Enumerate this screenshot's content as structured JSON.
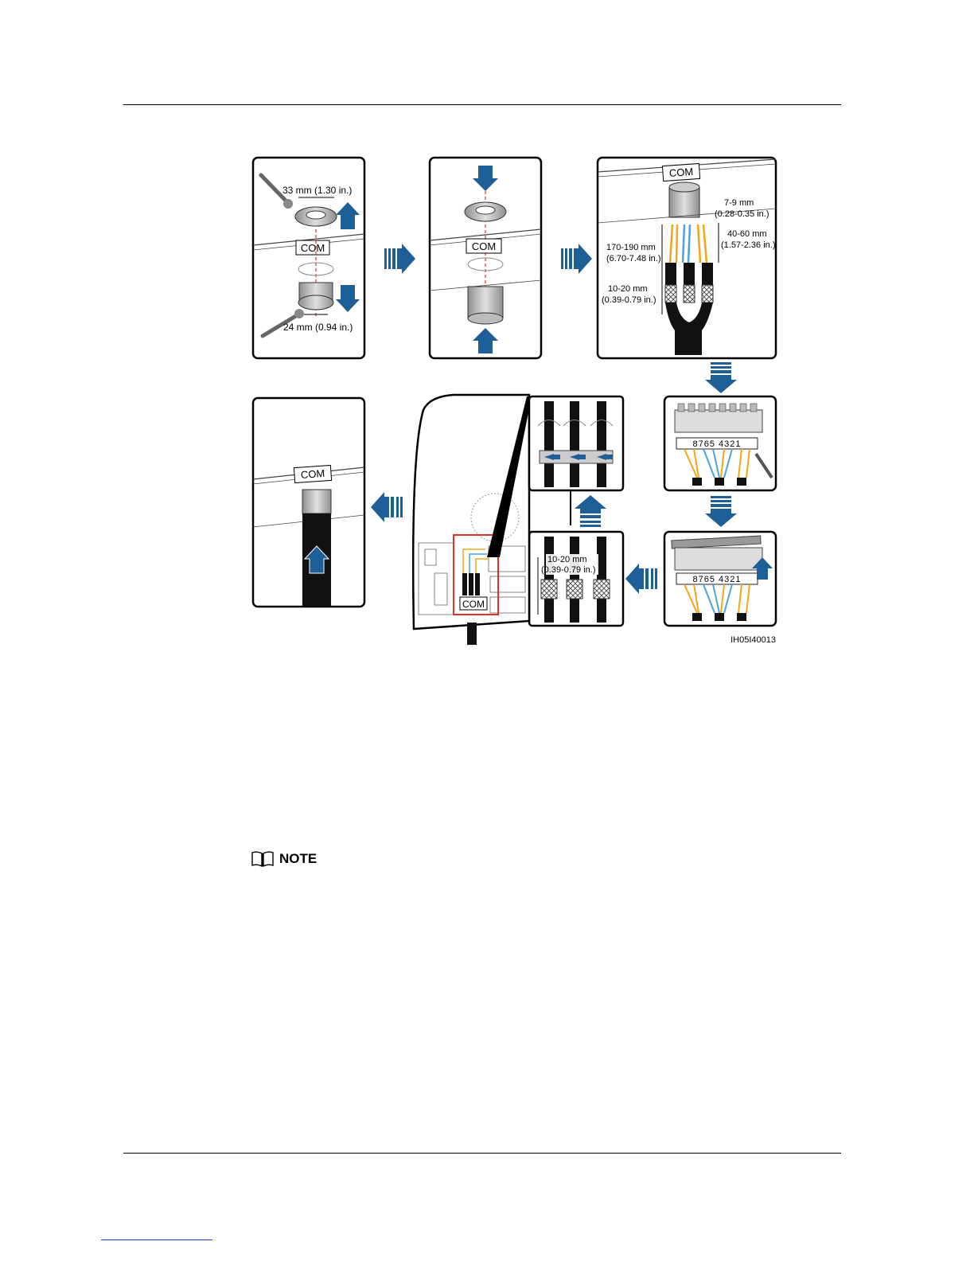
{
  "figure": {
    "id": "IH05I40013",
    "com_label": "COM",
    "step1": {
      "top_dim": "33 mm (1.30 in.)",
      "bottom_dim": "24 mm (0.94 in.)"
    },
    "step3": {
      "strip": [
        "7-9 mm",
        "(0.28-0.35 in.)"
      ],
      "unsheath": [
        "40-60 mm",
        "(1.57-2.36 in.)"
      ],
      "length": [
        "170-190 mm",
        "(6.70-7.48 in.)"
      ],
      "shield": [
        "10-20 mm",
        "(0.39-0.79 in.)"
      ]
    },
    "step5": {
      "shield": [
        "10-20 mm",
        "(0.39-0.79 in.)"
      ]
    },
    "terminal_numbers": "8765 4321"
  },
  "note": {
    "label": "NOTE"
  },
  "colors": {
    "arrow": "#1e5f97",
    "wire_orange": "#f2a516",
    "wire_blue": "#4aa3df",
    "highlight": "#e03030"
  }
}
